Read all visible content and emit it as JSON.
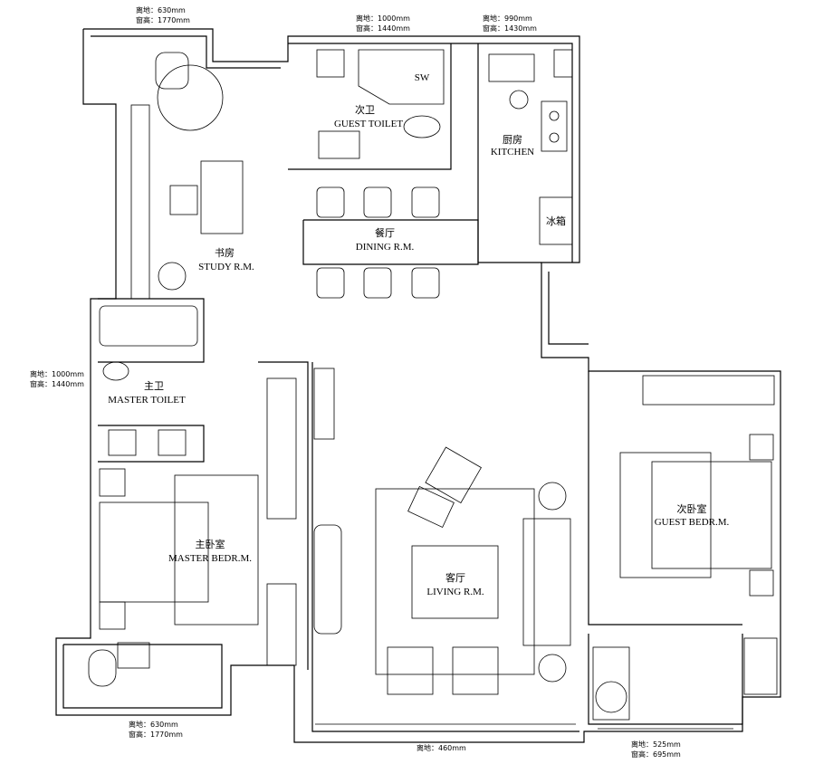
{
  "rooms": {
    "study": {
      "cn": "书房",
      "en": "STUDY R.M."
    },
    "guest_toilet": {
      "cn": "次卫",
      "en": "GUEST TOILET",
      "sw": "SW"
    },
    "kitchen": {
      "cn": "厨房",
      "en": "KITCHEN",
      "fridge": "冰箱"
    },
    "dining": {
      "cn": "餐厅",
      "en": "DINING R.M."
    },
    "master_toilet": {
      "cn": "主卫",
      "en": "MASTER TOILET"
    },
    "master_bedroom": {
      "cn": "主卧室",
      "en": "MASTER BEDR.M."
    },
    "living": {
      "cn": "客厅",
      "en": "LIVING R.M."
    },
    "guest_bedroom": {
      "cn": "次卧室",
      "en": "GUEST BEDR.M."
    }
  },
  "window_notes": [
    {
      "sill": "离地：630mm",
      "height": "窗高：1770mm"
    },
    {
      "sill": "离地：1000mm",
      "height": "窗高：1440mm"
    },
    {
      "sill": "离地：990mm",
      "height": "窗高：1430mm"
    },
    {
      "sill": "离地：1000mm",
      "height": "窗高：1440mm"
    },
    {
      "sill": "离地：630mm",
      "height": "窗高：1770mm"
    },
    {
      "sill": "离地：460mm"
    },
    {
      "sill": "离地：525mm",
      "height": "窗高：695mm"
    }
  ]
}
